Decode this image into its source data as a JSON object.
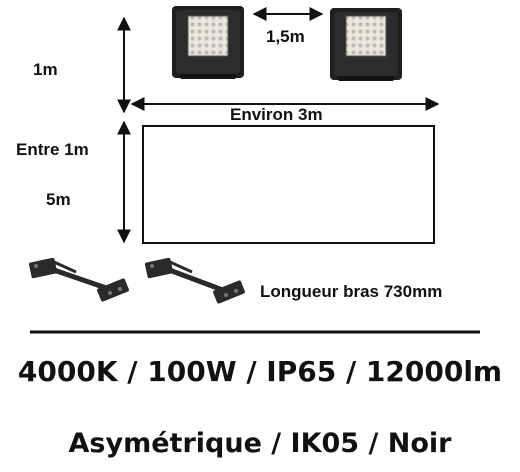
{
  "labels": {
    "height_top": "1m",
    "spacing": "1,5m",
    "width_span": "Environ 3m",
    "distance": "Entre 1m",
    "height_area": "5m",
    "arm_length": "Longueur bras 730mm"
  },
  "specs": {
    "line1": "4000K / 100W / IP65 / 12000lm",
    "line2": "Asymétrique / IK05 / Noir"
  },
  "colors": {
    "ink": "#111111",
    "housing": "#1f1f1f",
    "led_panel": "#e9e6dc",
    "bracket": "#2a2a2a"
  },
  "icons": {
    "floodlight": "floodlight-icon",
    "bracket": "wall-bracket-icon"
  }
}
